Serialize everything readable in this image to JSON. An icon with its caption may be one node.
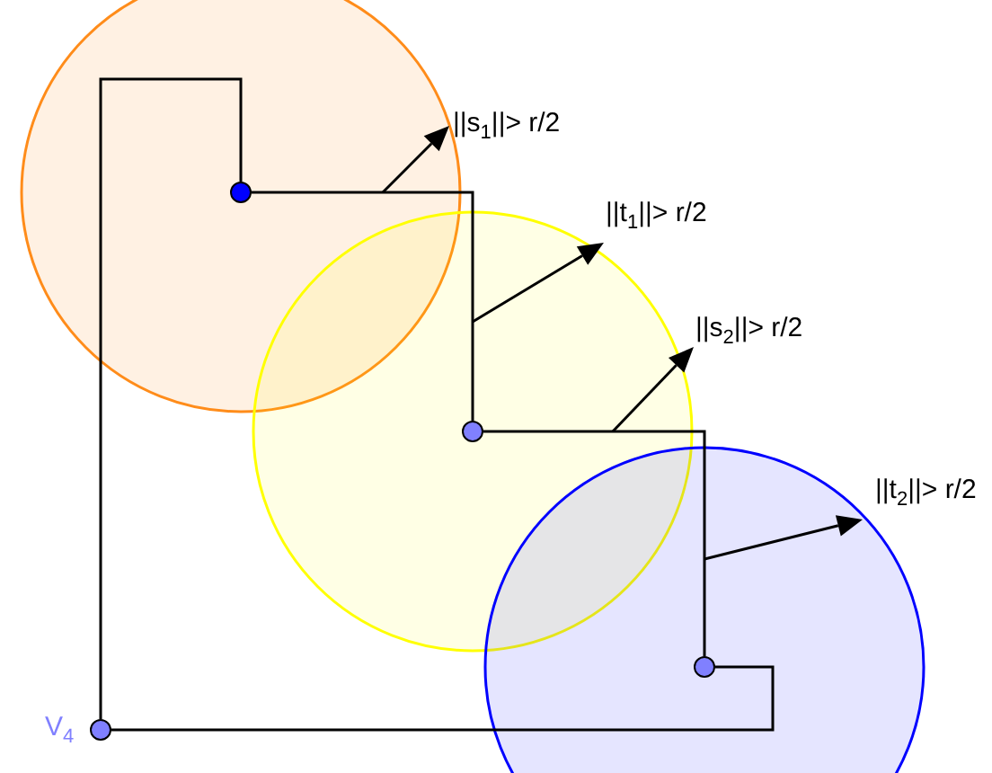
{
  "diagram": {
    "nodes": [
      {
        "text": [],
        "shape": "circle"
      },
      {
        "text": [],
        "shape": "circle"
      },
      {
        "text": [],
        "shape": "circle"
      },
      {
        "text": [],
        "shape": "circle",
        "beside": [
          "V$_{4}$"
        ]
      }
    ],
    "edges": [
      {
        "from": 0,
        "to": 1,
        "arrow": "none"
      },
      {
        "from": 1,
        "to": 2,
        "arrow": "none"
      },
      {
        "from": 2,
        "to": 3,
        "arrow": "none"
      },
      {
        "from": 3,
        "to": 0,
        "arrow": "none"
      }
    ],
    "labels": [
      "||s$_{1}$||> r/2",
      "||t$_{1}$||> r/2",
      "||s$_{2}$||> r/2",
      "||t$_{2}$||> r/2"
    ]
  }
}
